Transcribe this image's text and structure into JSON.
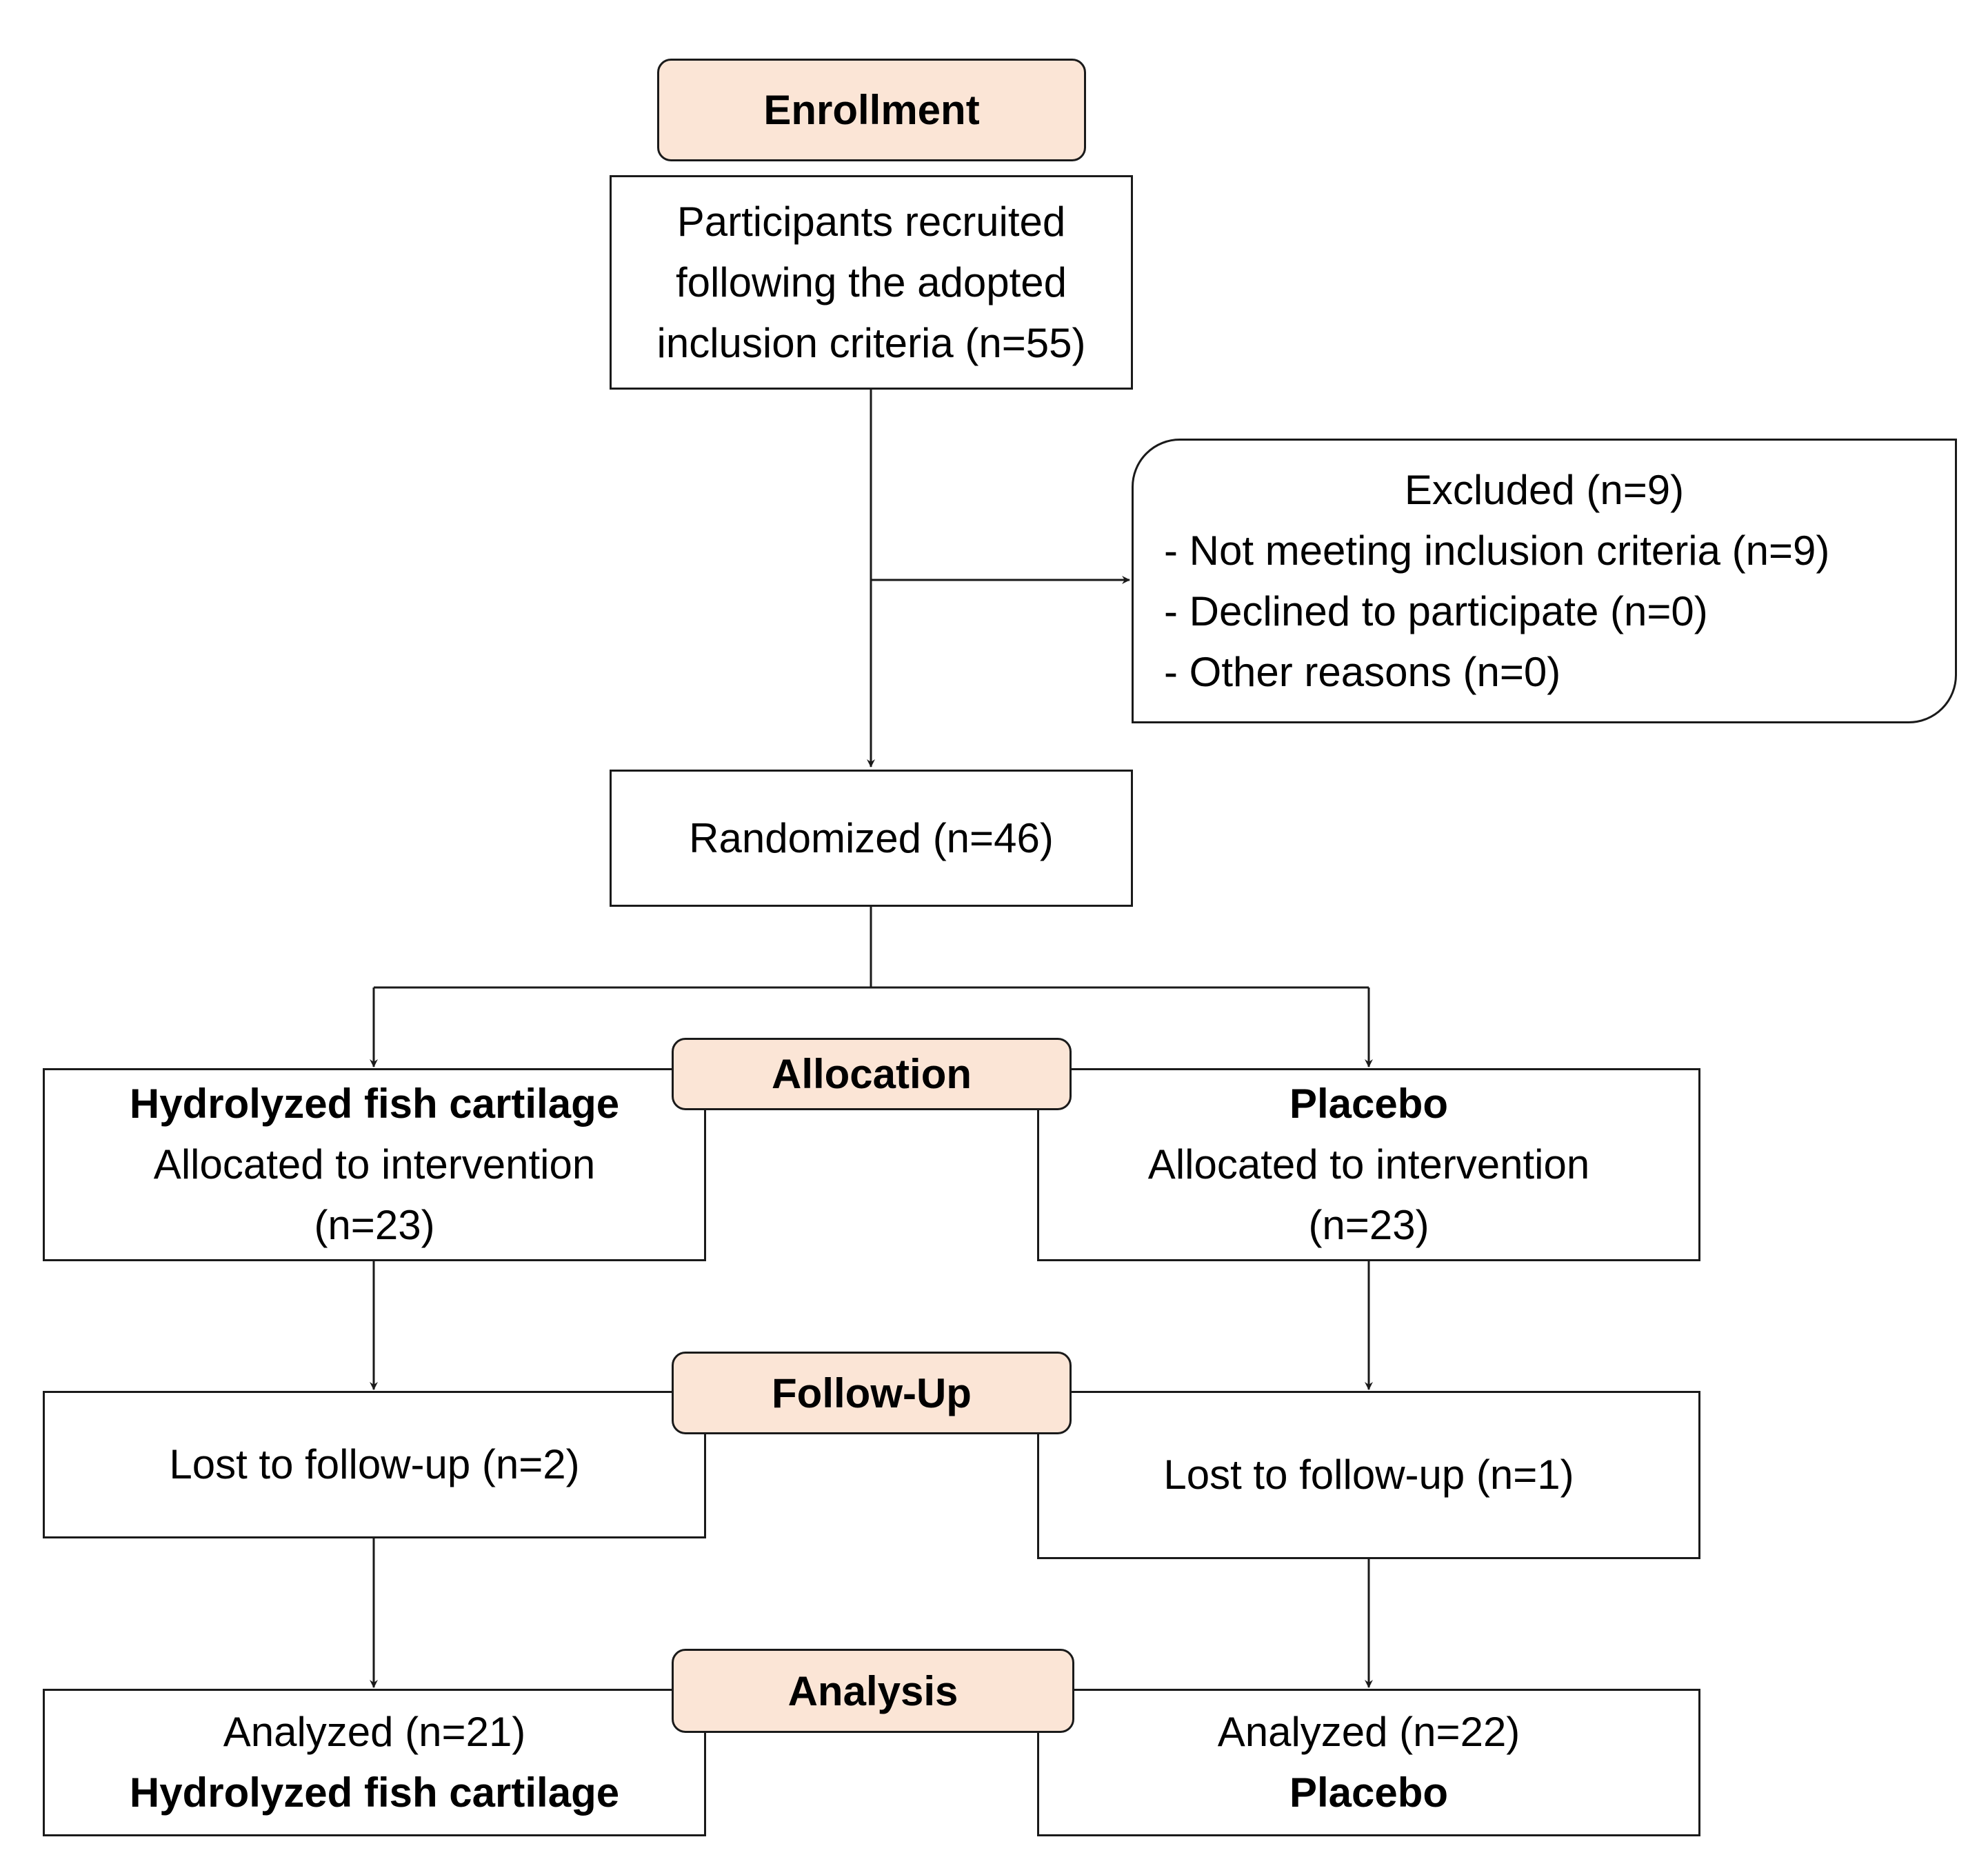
{
  "stages": {
    "enrollment": "Enrollment",
    "allocation": "Allocation",
    "follow_up": "Follow-Up",
    "analysis": "Analysis"
  },
  "recruited": {
    "lines": [
      "Participants recruited",
      "following the adopted",
      "inclusion criteria (n=55)"
    ]
  },
  "excluded": {
    "title": "Excluded (n=9)",
    "reasons": [
      "- Not meeting inclusion criteria (n=9)",
      "- Declined to participate (n=0)",
      "- Other reasons (n=0)"
    ]
  },
  "randomized": "Randomized (n=46)",
  "arms": [
    {
      "name": "Hydrolyzed fish cartilage",
      "allocated_line": "Allocated to intervention",
      "allocated_n": "(n=23)",
      "lost": "Lost to follow-up (n=2)",
      "analyzed": "Analyzed (n=21)"
    },
    {
      "name": "Placebo",
      "allocated_line": "Allocated to intervention",
      "allocated_n": "(n=23)",
      "lost": "Lost to follow-up (n=1)",
      "analyzed": "Analyzed (n=22)"
    }
  ]
}
